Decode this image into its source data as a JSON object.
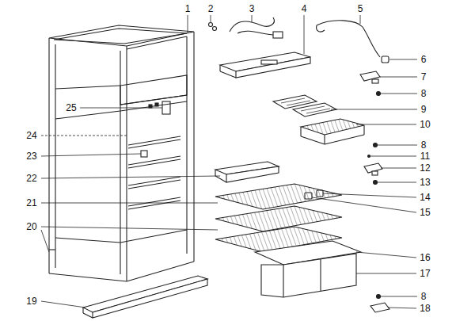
{
  "diagram": {
    "labels": [
      "1",
      "2",
      "3",
      "4",
      "5",
      "6",
      "7",
      "8",
      "9",
      "10",
      "25",
      "24",
      "23",
      "8",
      "11",
      "12",
      "13",
      "14",
      "22",
      "15",
      "21",
      "20",
      "16",
      "17",
      "8",
      "18",
      "19"
    ]
  }
}
